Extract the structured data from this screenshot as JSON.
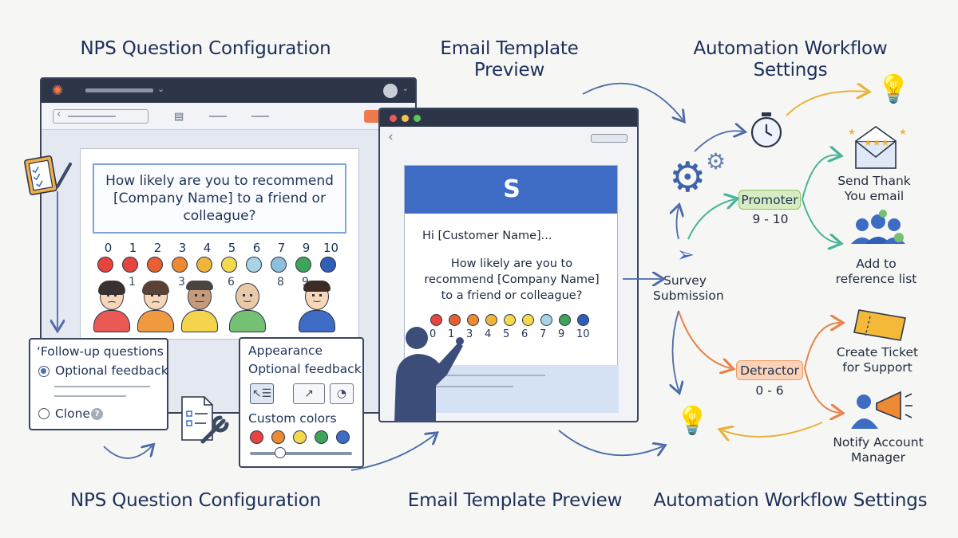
{
  "titles": {
    "top_nps": "NPS Question Configuration",
    "top_email": "Email Template\nPreview",
    "top_workflow": "Automation Workflow\nSettings",
    "bottom_nps": "NPS Question Configuration",
    "bottom_email": "Email Template Preview",
    "bottom_workflow": "Automation Workflow Settings"
  },
  "nps_config": {
    "question": "How likely are you to recommend [Company Name] to a friend or colleague?",
    "scale_top": [
      "0",
      "1",
      "2",
      "3",
      "4",
      "5",
      "6",
      "7",
      "9",
      "10"
    ],
    "scale_bottom": [
      "1",
      "3",
      "6",
      "8",
      "9"
    ],
    "dot_colors": [
      "#e5453e",
      "#e5453e",
      "#e8602f",
      "#ee8a33",
      "#f1b43a",
      "#f4d94e",
      "#a8d4e6",
      "#8cc0de",
      "#3fa35a",
      "#2f5fb6"
    ],
    "follow_up": {
      "title": "‘Follow-up questions",
      "option_feedback": "Optional feedback",
      "option_clone": "Clone",
      "help": "?"
    },
    "appearance": {
      "title": "Appearance",
      "subtitle": "Optional feedback",
      "custom_colors": "Custom colors",
      "color_swatches": [
        "#e5453e",
        "#ee8a33",
        "#f4d94e",
        "#3fa35a",
        "#3e6cc4"
      ],
      "slider_value": 0.3
    }
  },
  "email": {
    "greeting": "Hi [Customer Name]...",
    "question": "How likely are you to recommend [Company Name] to a friend or colleague?",
    "scale": [
      "0",
      "1",
      "3",
      "4",
      "5",
      "6",
      "7",
      "9",
      "10"
    ],
    "dot_colors": [
      "#e5453e",
      "#e8602f",
      "#ee8a33",
      "#f1b43a",
      "#f4d94e",
      "#f4d94e",
      "#a8d4e6",
      "#3fa35a",
      "#2f5fb6"
    ]
  },
  "workflow": {
    "trigger": "Survey\nSubmission",
    "promoter_label": "Promoter",
    "promoter_range": "9 - 10",
    "detractor_label": "Detractor",
    "detractor_range": "0 - 6",
    "send_thanks": "Send Thank\nYou email",
    "add_reference": "Add to\nreference list",
    "create_ticket": "Create Ticket\nfor Support",
    "notify_manager": "Notify Account\nManager"
  },
  "icons": [
    "hubspot-logo-icon",
    "clipboard-icon",
    "document-wrench-icon",
    "gear-icon",
    "clock-icon",
    "lightbulb-icon",
    "envelope-stars-icon",
    "users-check-icon",
    "ticket-icon",
    "megaphone-person-icon",
    "paper-plane-icon"
  ]
}
